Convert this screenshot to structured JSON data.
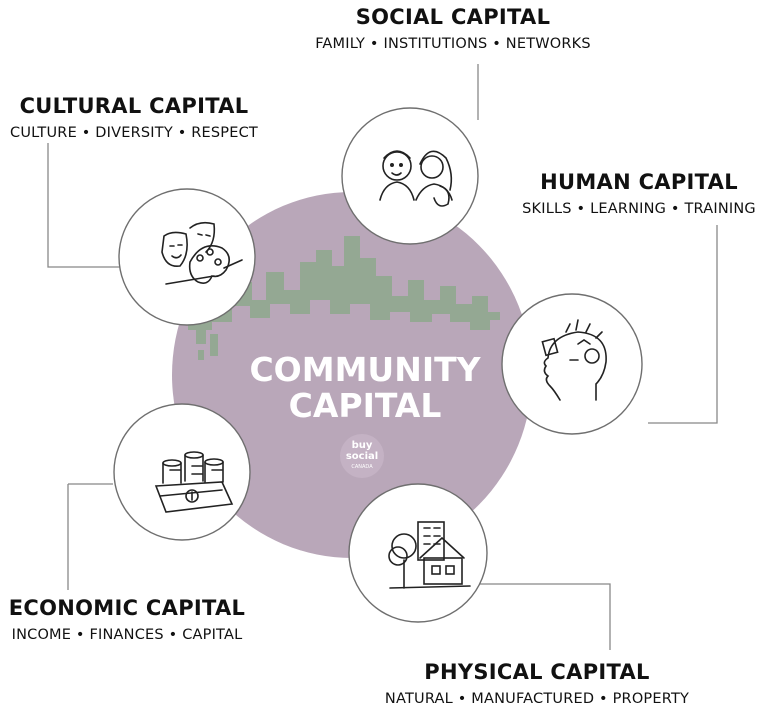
{
  "center": {
    "line1": "COMMUNITY",
    "line2": "CAPITAL"
  },
  "badge": {
    "line1": "buy",
    "line2": "social",
    "line3": "CANADA"
  },
  "nodes": {
    "social": {
      "title": "SOCIAL CAPITAL",
      "subtitle": "FAMILY • INSTITUTIONS • NETWORKS",
      "icon": "two-people-icon"
    },
    "cultural": {
      "title": "CULTURAL CAPITAL",
      "subtitle": "CULTURE • DIVERSITY • RESPECT",
      "icon": "theatre-masks-palette-icon"
    },
    "human": {
      "title": "HUMAN CAPITAL",
      "subtitle": "SKILLS • LEARNING • TRAINING",
      "icon": "head-with-ideas-icon"
    },
    "economic": {
      "title": "ECONOMIC CAPITAL",
      "subtitle": "INCOME • FINANCES • CAPITAL",
      "icon": "money-stacks-icon"
    },
    "physical": {
      "title": "PHYSICAL CAPITAL",
      "subtitle": "NATURAL • MANUFACTURED • PROPERTY",
      "icon": "house-tree-building-icon"
    }
  },
  "colors": {
    "blob": "#b9a7b9",
    "skyline": "#94a893",
    "line": "#888888",
    "circle_border": "#6f6f6f"
  }
}
